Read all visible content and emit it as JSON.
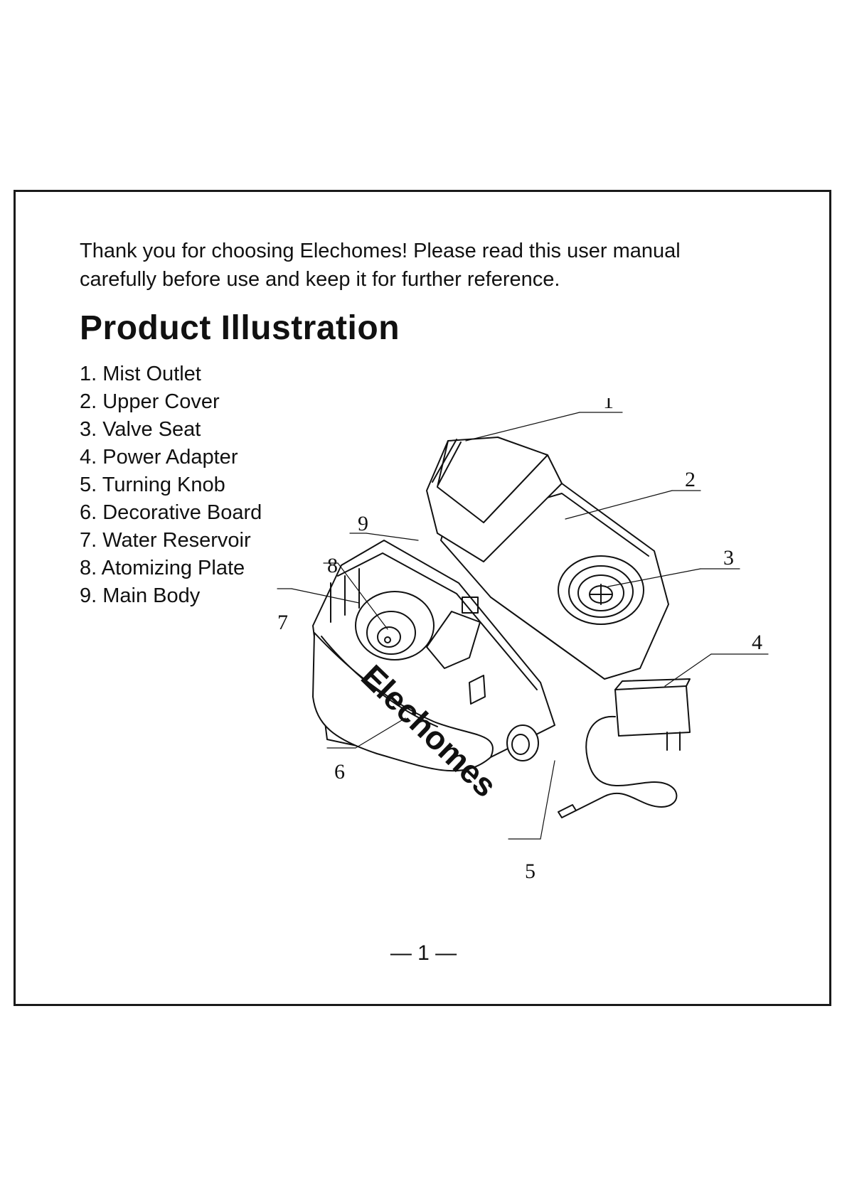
{
  "intro": {
    "line1": "Thank you for choosing Elechomes! Please read this user manual",
    "line2": "carefully before use and keep it for further reference."
  },
  "heading": "Product Illustration",
  "parts": [
    {
      "label": "1. Mist Outlet"
    },
    {
      "label": "2. Upper Cover"
    },
    {
      "label": "3. Valve Seat"
    },
    {
      "label": "4. Power Adapter"
    },
    {
      "label": "5. Turning Knob"
    },
    {
      "label": "6. Decorative Board"
    },
    {
      "label": "7. Water Reservoir"
    },
    {
      "label": "8. Atomizing Plate"
    },
    {
      "label": "9. Main Body"
    }
  ],
  "callouts": [
    "1",
    "2",
    "3",
    "4",
    "5",
    "6",
    "7",
    "8",
    "9"
  ],
  "brand": "Elechomes",
  "page_number": "— 1 —"
}
